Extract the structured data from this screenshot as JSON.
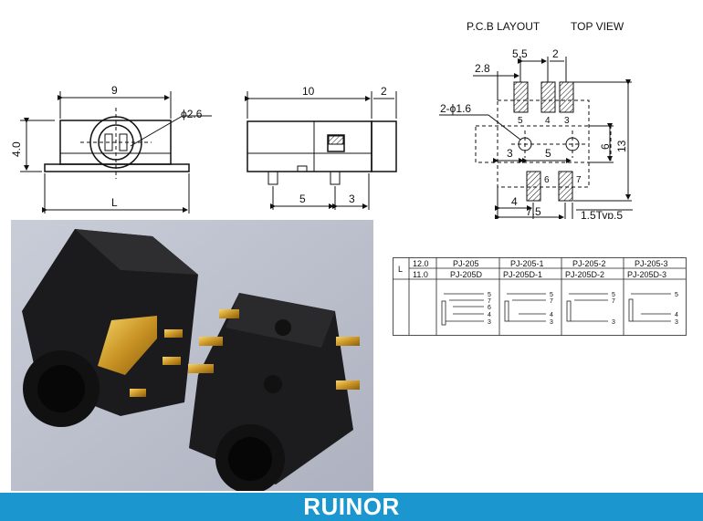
{
  "diagrams": {
    "front_view": {
      "dims": {
        "width": "9",
        "height": "4.0",
        "hole": "ϕ2.6",
        "length": "L"
      }
    },
    "side_view": {
      "dims": {
        "body": "10",
        "tab": "2",
        "pin_pitch": "5",
        "pin_offset": "3"
      }
    },
    "pcb_layout": {
      "title": "P.C.B LAYOUT",
      "subtitle": "TOP VIEW",
      "dims": {
        "top_pitch": "5.5",
        "top_width": "2",
        "left_offset": "2.8",
        "hole": "2-ϕ1.6",
        "hole_left": "3",
        "hole_gap": "5",
        "width_6": "6",
        "height_13": "13",
        "bottom_4": "4",
        "bottom_75": "7.5",
        "pad_typ": "1.5Typ.5"
      },
      "pads": [
        "5",
        "4",
        "3",
        "6",
        "7"
      ]
    }
  },
  "model_table": {
    "header": "L",
    "rows": [
      {
        "length": "12.0",
        "models": [
          "PJ-205",
          "PJ-205-1",
          "PJ-205-2",
          "PJ-205-3"
        ]
      },
      {
        "length": "11.0",
        "models": [
          "PJ-205D",
          "PJ-205D-1",
          "PJ-205D-2",
          "PJ-205D-3"
        ]
      }
    ],
    "schematics": [
      {
        "pins": [
          "5",
          "7",
          "6",
          "4",
          "3"
        ]
      },
      {
        "pins": [
          "5",
          "7",
          "4",
          "3"
        ]
      },
      {
        "pins": [
          "5",
          "7",
          "3"
        ]
      },
      {
        "pins": [
          "5",
          "4",
          "3"
        ]
      }
    ]
  },
  "photo": {
    "subject": "audio-jack-connectors"
  },
  "brand": {
    "name": "RUINOR",
    "color": "#1c96cf"
  }
}
